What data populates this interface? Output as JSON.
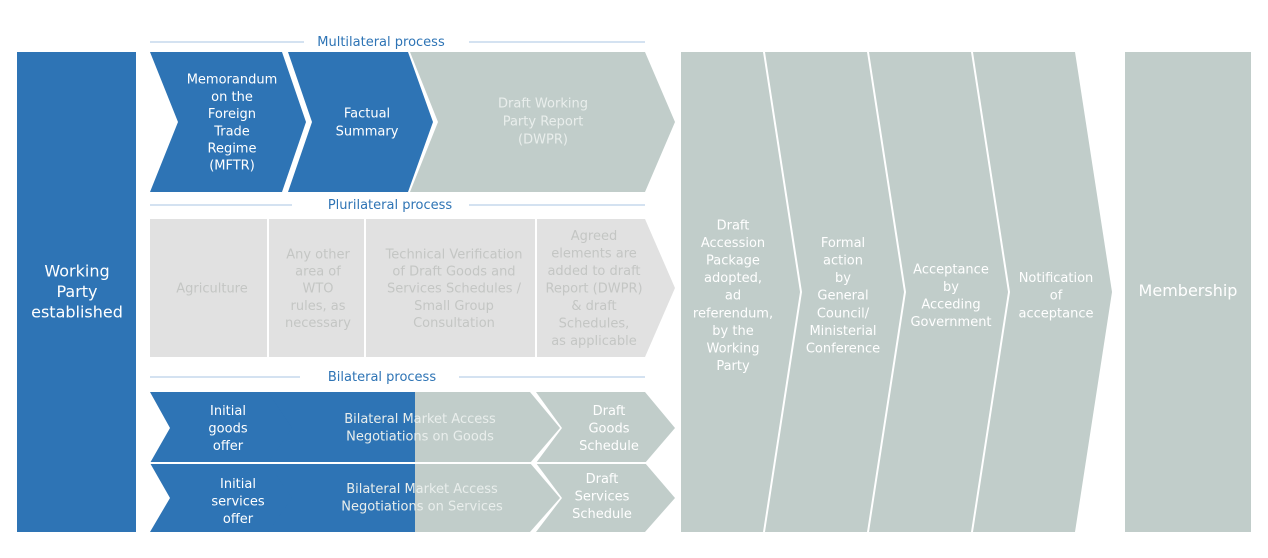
{
  "colors": {
    "blue": "#2e74b5",
    "grey_green": "#c1cdca",
    "light_grey": "#e1e1e1",
    "header_text": "#2e74b5",
    "guide_line": "#a9c6e3"
  },
  "working_party": [
    "Working",
    "Party",
    "established"
  ],
  "membership": "Membership",
  "multilateral": {
    "header": "Multilateral process",
    "mftr": [
      "Memorandum",
      "on the",
      "Foreign",
      "Trade",
      "Regime",
      "(MFTR)"
    ],
    "factual_summary": [
      "Factual",
      "Summary"
    ],
    "dwpr": [
      "Draft Working",
      "Party Report",
      "(DWPR)"
    ]
  },
  "plurilateral": {
    "header": "Plurilateral process",
    "agriculture": [
      "Agriculture"
    ],
    "other_area": [
      "Any other",
      "area of",
      "WTO",
      "rules, as",
      "necessary"
    ],
    "technical_verification": [
      "Technical Verification",
      "of Draft Goods and",
      "Services Schedules /",
      "Small Group",
      "Consultation"
    ],
    "agreed_elements": [
      "Agreed",
      "elements are",
      "added to draft",
      "Report (DWPR)",
      "& draft",
      "Schedules,",
      "as applicable"
    ]
  },
  "bilateral": {
    "header": "Bilateral process",
    "initial_goods": [
      "Initial",
      "goods",
      "offer"
    ],
    "goods_negotiations": [
      "Bilateral Market Access",
      "Negotiations on Goods"
    ],
    "draft_goods_schedule": [
      "Draft",
      "Goods",
      "Schedule"
    ],
    "initial_services": [
      "Initial",
      "services",
      "offer"
    ],
    "services_negotiations": [
      "Bilateral Market Access",
      "Negotiations on Services"
    ],
    "draft_services_schedule": [
      "Draft",
      "Services",
      "Schedule"
    ]
  },
  "final_steps": {
    "accession_package": [
      "Draft",
      "Accession",
      "Package",
      "adopted,",
      "ad",
      "referendum,",
      "by the",
      "Working",
      "Party"
    ],
    "formal_action": [
      "Formal",
      "action",
      "by",
      "General",
      "Council/",
      "Ministerial",
      "Conference"
    ],
    "acceptance": [
      "Acceptance",
      "by",
      "Acceding",
      "Government"
    ],
    "notification": [
      "Notification",
      "of",
      "acceptance"
    ]
  }
}
